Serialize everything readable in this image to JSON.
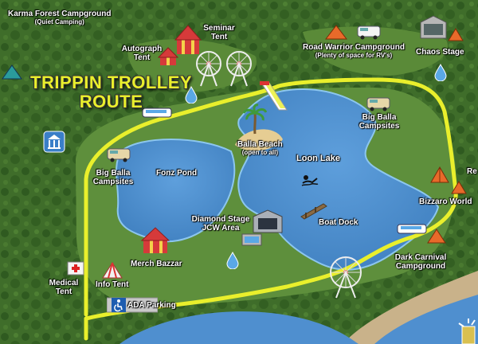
{
  "route_title": [
    "TRIPPIN TROLLEY",
    "ROUTE"
  ],
  "labels": {
    "karma": {
      "name": "Karma Forest Campground",
      "sub": "(Quiet Camping)"
    },
    "seminar": "Seminar Tent",
    "autograph": "Autograph Tent",
    "road_warrior": {
      "name": "Road Warrior Campground",
      "sub": "(Plenty of space for RV's)"
    },
    "chaos": "Chaos Stage",
    "big_balla_right": "Big Balla Campsites",
    "balla_beach": {
      "name": "Balla Beach",
      "sub": "(open to all)"
    },
    "loon_lake": "Loon Lake",
    "fonz_pond": "Fonz Pond",
    "big_balla_left": "Big Balla Campsites",
    "diamond_stage": "Diamond Stage JCW Area",
    "boat_dock": "Boat Dock",
    "bizzaro": "Bizzaro World",
    "dark_carnival": "Dark Carnival Campground",
    "merch": "Merch Bazzar",
    "medical": "Medical Tent",
    "info": "Info Tent",
    "ada": "ADA Parking",
    "edge_right": "Re"
  },
  "colors": {
    "forest": "#3f6d2a",
    "water": "#4f8fcf",
    "route": "#e9ef2c",
    "road": "#c9b28a"
  },
  "icons": [
    "tent-icon",
    "ferris-wheel-icon",
    "water-drop-icon",
    "trolley-icon",
    "waterslide-icon",
    "palm-tree-icon",
    "rv-icon",
    "stage-icon",
    "swimmer-icon",
    "boat-dock-icon",
    "medical-cross-icon",
    "wheelchair-icon",
    "building-icon"
  ]
}
